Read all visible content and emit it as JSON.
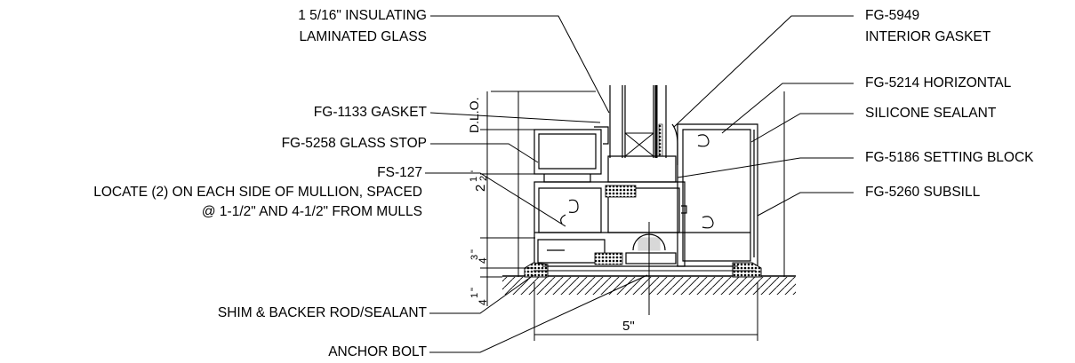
{
  "callouts_left": {
    "glass": [
      "1 5/16\" INSULATING",
      "LAMINATED GLASS"
    ],
    "gasket": "FG-1133 GASKET",
    "glass_stop": "FG-5258 GLASS STOP",
    "fs127": [
      "FS-127",
      "LOCATE (2) ON EACH SIDE OF MULLION, SPACED",
      "@ 1-1/2\" AND 4-1/2\" FROM MULLS"
    ],
    "shim": "SHIM & BACKER ROD/SEALANT",
    "anchor": "ANCHOR BOLT"
  },
  "callouts_right": {
    "interior_gasket": [
      "FG-5949",
      "INTERIOR GASKET"
    ],
    "horizontal": "FG-5214 HORIZONTAL",
    "silicone": "SILICONE SEALANT",
    "setting_block": "FG-5186 SETTING BLOCK",
    "subsill": "FG-5260 SUBSILL"
  },
  "dimensions": {
    "dlo": "D.L.O.",
    "height_upper": {
      "whole": "2",
      "num": "1",
      "den": "2",
      "unit": "\""
    },
    "height_lower": {
      "num": "3",
      "den": "4",
      "unit": "\""
    },
    "shim_gap": {
      "num": "1",
      "den": "4",
      "unit": "\""
    },
    "width": "5\""
  }
}
